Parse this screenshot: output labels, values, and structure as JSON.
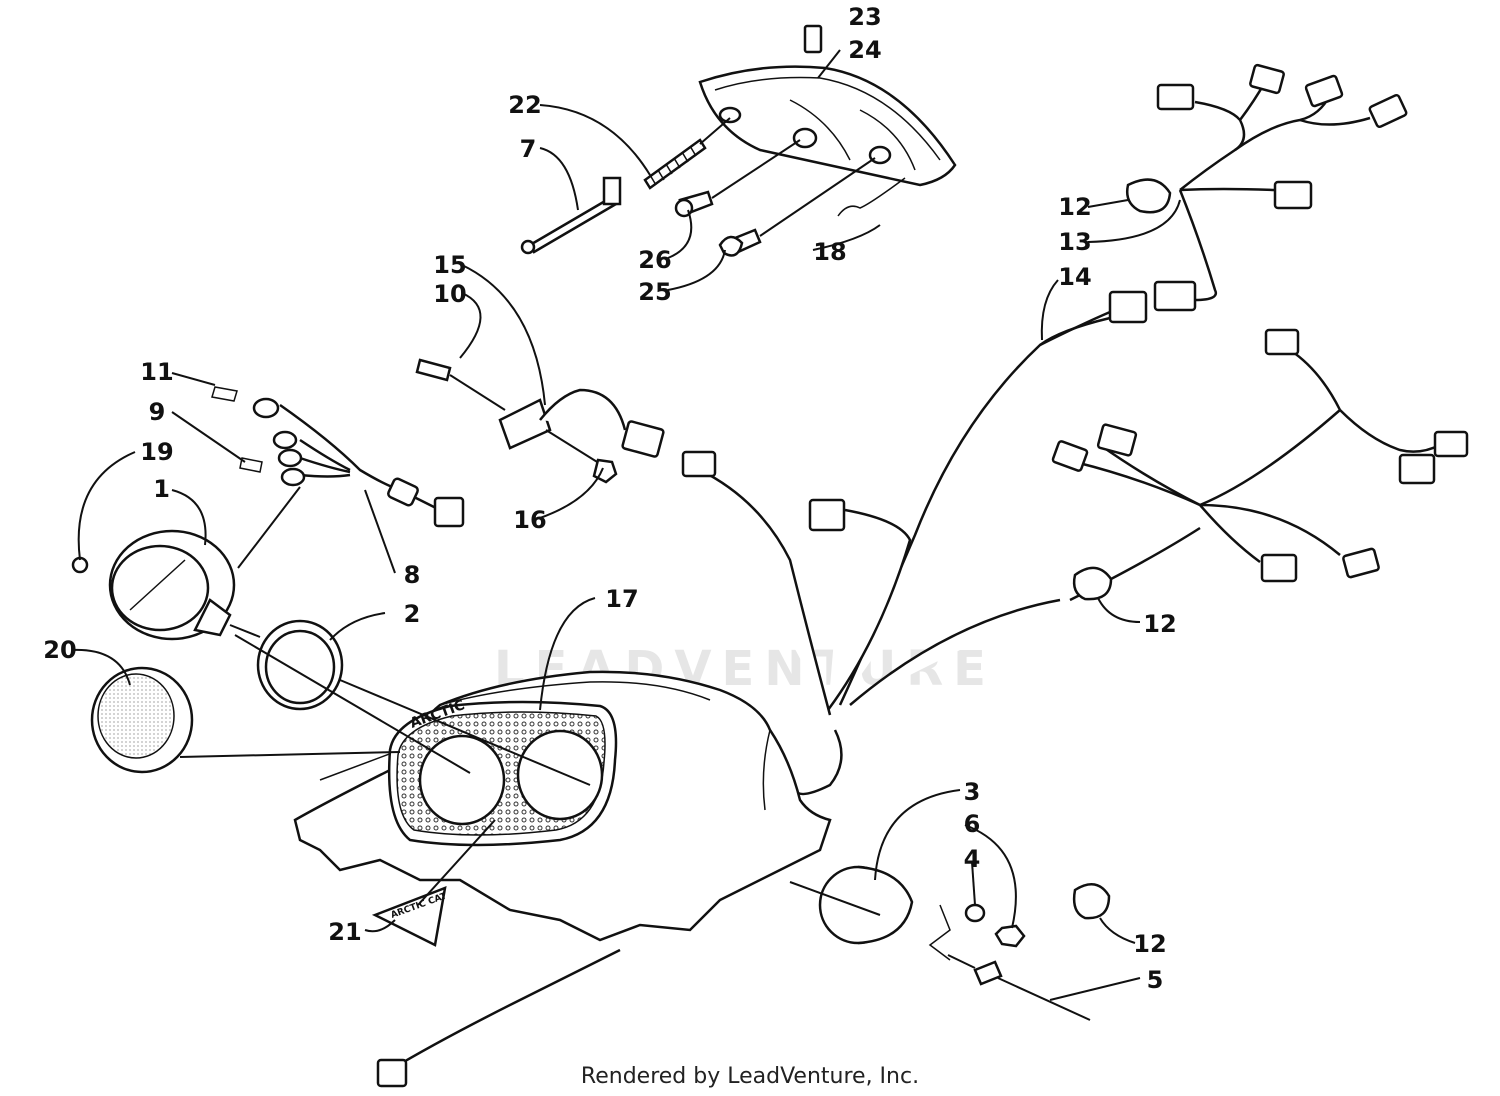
{
  "watermark": "LEADVENTURE",
  "credit": "Rendered by LeadVenture, Inc.",
  "decal_text": "ARCTIC CAT",
  "labels": [
    "1",
    "2",
    "3",
    "4",
    "5",
    "6",
    "7",
    "8",
    "9",
    "10",
    "11",
    "12",
    "13",
    "14",
    "15",
    "16",
    "17",
    "18",
    "19",
    "20",
    "21",
    "22",
    "23",
    "24",
    "25",
    "26"
  ]
}
